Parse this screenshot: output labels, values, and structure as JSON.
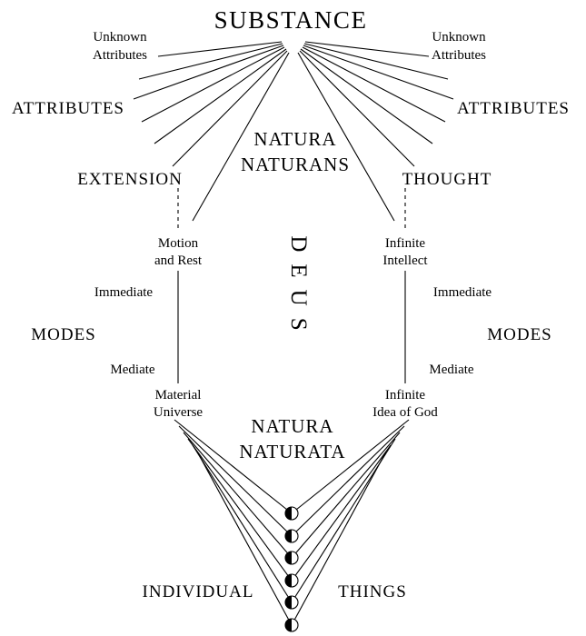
{
  "diagram": {
    "substance": "SUBSTANCE",
    "deus": "DEUS",
    "natura_naturans": [
      "NATURA",
      "NATURANS"
    ],
    "natura_naturata": [
      "NATURA",
      "NATURATA"
    ],
    "left": {
      "unknown_attributes": [
        "Unknown",
        "Attributes"
      ],
      "attributes": "ATTRIBUTES",
      "attribute": "EXTENSION",
      "immediate_mode": [
        "Motion",
        "and Rest"
      ],
      "immediate_label": "Immediate",
      "modes": "MODES",
      "mediate_label": "Mediate",
      "mediate_mode": [
        "Material",
        "Universe"
      ]
    },
    "right": {
      "unknown_attributes": [
        "Unknown",
        "Attributes"
      ],
      "attributes": "ATTRIBUTES",
      "attribute": "THOUGHT",
      "immediate_mode": [
        "Infinite",
        "Intellect"
      ],
      "immediate_label": "Immediate",
      "modes": "MODES",
      "mediate_label": "Mediate",
      "mediate_mode": [
        "Infinite",
        "Idea of God"
      ]
    },
    "individual": "INDIVIDUAL",
    "things": "THINGS"
  },
  "colors": {
    "line": "#000000",
    "text": "#000000",
    "background": "#ffffff"
  }
}
